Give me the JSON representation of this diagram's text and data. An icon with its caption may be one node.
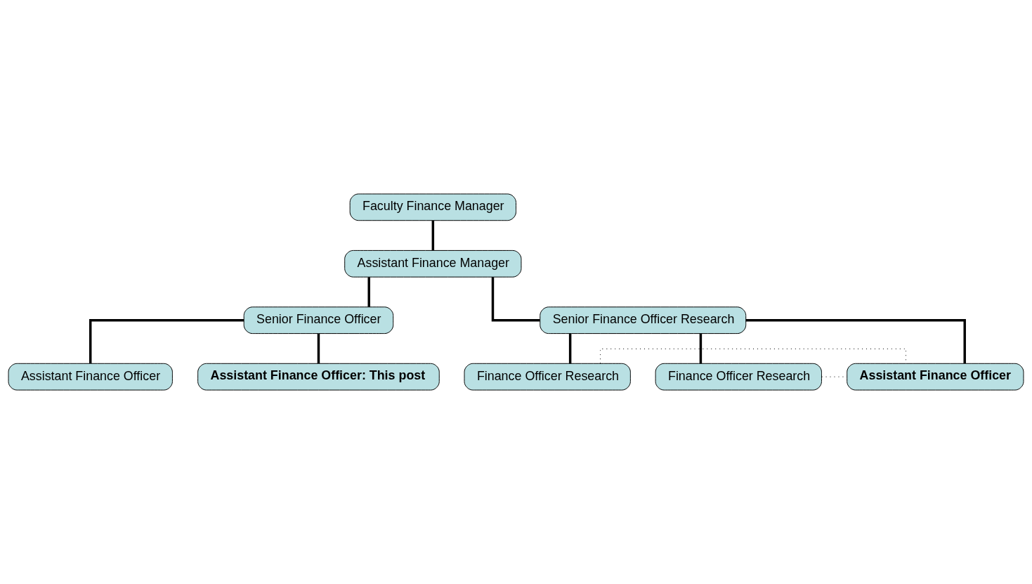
{
  "diagram": {
    "nodes": [
      {
        "text": [
          "Faculty Finance Manager"
        ]
      },
      {
        "text": [
          "Assistant Finance Manager"
        ]
      },
      {
        "text": [
          "Senior Finance Officer"
        ]
      },
      {
        "text": [
          "Senior Finance Officer Research"
        ]
      },
      {
        "text": [
          "Finance Officer Research"
        ]
      },
      {
        "text": [
          "Finance Officer Research"
        ]
      },
      {
        "text": [
          "Assistant Finance Officer"
        ]
      },
      {
        "text": [
          "Assistant Finance Officer: This post"
        ]
      },
      {
        "text": [
          "Assistant Finance Officer"
        ]
      }
    ],
    "edges": [
      {
        "from": 0,
        "to": 1,
        "arrow": "none"
      },
      {
        "from": 1,
        "to": 2,
        "arrow": "none"
      },
      {
        "from": 1,
        "to": 3,
        "arrow": "none"
      },
      {
        "from": 3,
        "to": 4,
        "arrow": "none"
      },
      {
        "from": 3,
        "to": 5,
        "arrow": "none"
      },
      {
        "from": 2,
        "to": 6,
        "arrow": "none"
      },
      {
        "from": 2,
        "to": 7,
        "arrow": "none"
      },
      {
        "from": 3,
        "to": 8,
        "arrow": "none"
      },
      {
        "from": 4,
        "to": 8,
        "arrow": "none",
        "style": "dashed"
      },
      {
        "from": 5,
        "to": 8,
        "arrow": "none",
        "style": "dashed"
      }
    ]
  }
}
